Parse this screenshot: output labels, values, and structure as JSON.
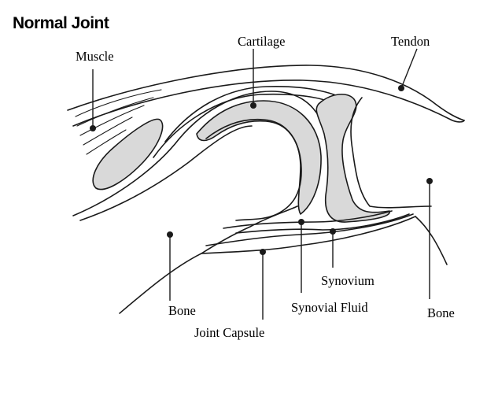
{
  "title": "Normal Joint",
  "labels": {
    "muscle": "Muscle",
    "cartilage": "Cartilage",
    "tendon": "Tendon",
    "bone_left": "Bone",
    "joint_capsule": "Joint Capsule",
    "synovial_fluid": "Synovial Fluid",
    "synovium": "Synovium",
    "bone_right": "Bone"
  },
  "colors": {
    "line": "#1a1a1a",
    "cartilage_fill": "#d9d9d9",
    "background": "#ffffff"
  }
}
